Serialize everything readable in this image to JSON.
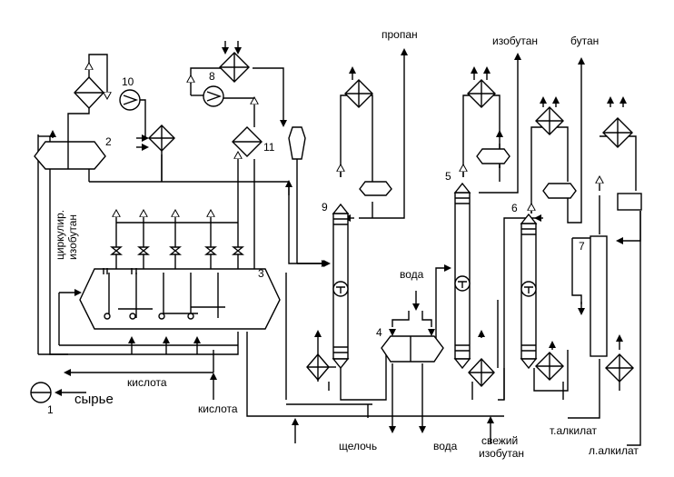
{
  "labels": {
    "propane": "пропан",
    "isobutane": "изобутан",
    "butane": "бутан",
    "recycle_line1": "циркулир.",
    "recycle_line2": "изобутан",
    "water_top": "вода",
    "acid_1": "кислота",
    "acid_2": "кислота",
    "feed": "сырье",
    "alkali": "щелочь",
    "water_bottom": "вода",
    "fresh_isobutane_1": "свежий",
    "fresh_isobutane_2": "изобутан",
    "heavy_alkylate": "т.алкилат",
    "light_alkylate": "л.алкилат"
  },
  "units": {
    "u1": "1",
    "u2": "2",
    "u3": "3",
    "u4": "4",
    "u5": "5",
    "u6": "6",
    "u7": "7",
    "u8": "8",
    "u9": "9",
    "u10": "10",
    "u11": "11"
  }
}
